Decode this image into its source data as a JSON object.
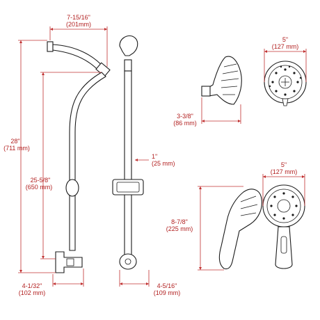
{
  "colors": {
    "dimension": "#c03030",
    "outline": "#1a1a1a",
    "background": "#ffffff"
  },
  "dimensions": {
    "arm_width": {
      "imperial": "7-15/16\"",
      "metric": "(201mm)"
    },
    "total_height": {
      "imperial": "28\"",
      "metric": "(711 mm)"
    },
    "bar_height": {
      "imperial": "25-5/8\"",
      "metric": "(650 mm)"
    },
    "bar_offset": {
      "imperial": "1\"",
      "metric": "(25 mm)"
    },
    "base_width_left": {
      "imperial": "4-1/32\"",
      "metric": "(102 mm)"
    },
    "base_width_right": {
      "imperial": "4-5/16\"",
      "metric": "(109 mm)"
    },
    "showerhead_diameter": {
      "imperial": "5\"",
      "metric": "(127 mm)"
    },
    "showerhead_depth": {
      "imperial": "3-3/8\"",
      "metric": "(86 mm)"
    },
    "handshower_diameter": {
      "imperial": "5\"",
      "metric": "(127 mm)"
    },
    "handshower_length": {
      "imperial": "8-7/8\"",
      "metric": "(225 mm)"
    }
  }
}
